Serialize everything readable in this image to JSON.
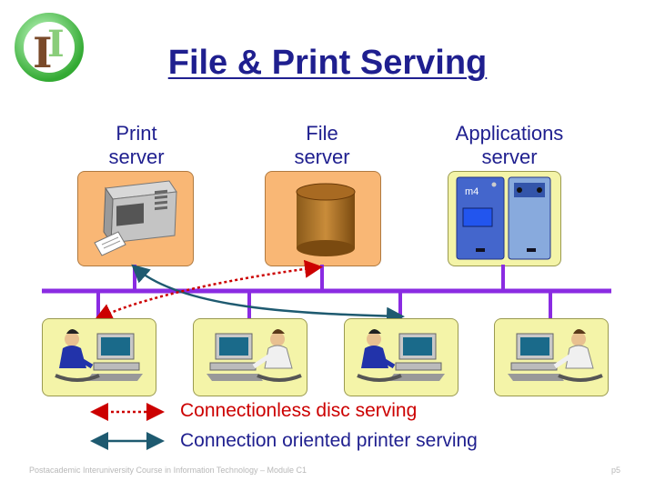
{
  "slide": {
    "title": "File & Print Serving",
    "servers": {
      "print": [
        "Print",
        "server"
      ],
      "file": [
        "File",
        "server"
      ],
      "applications": [
        "Applications",
        "server"
      ]
    },
    "app_server_tag": "m4",
    "legend": {
      "connectionless": "Connectionless disc serving",
      "connection_oriented": "Connection oriented printer serving"
    },
    "footer": "Postacademic Interuniversity Course in Information Technology – Module C1",
    "page_number": "p5"
  },
  "colors": {
    "title": "#1f1f8f",
    "network_bus": "#8a2be2",
    "connectionless_arrow": "#cc0000",
    "connection_oriented_arrow": "#1e5a70",
    "server_box": "#f9b775",
    "workstation_box": "#f4f4a8"
  },
  "icons": {
    "logo": "ii-logo-icon",
    "printer": "printer-icon",
    "disk": "disk-cylinder-icon",
    "app_server": "server-cabinet-icon",
    "workstation": "person-at-computer-icon"
  }
}
